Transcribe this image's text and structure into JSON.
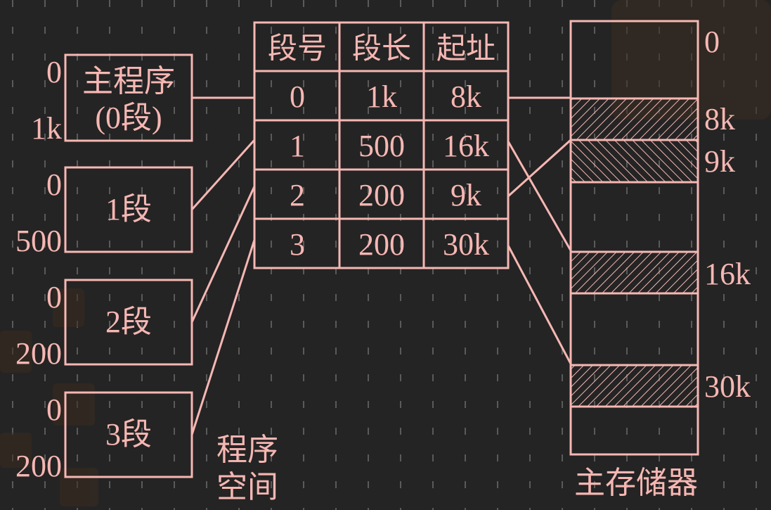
{
  "colors": {
    "background": "#242424",
    "pink": "#f6b7b3",
    "dash": "#5a5a5a",
    "watermark": "#5a3d2b"
  },
  "program_space": {
    "label_line1": "程序",
    "label_line2": "空间",
    "segments": [
      {
        "name_line1": "主程序",
        "name_line2": "(0段)",
        "start": "0",
        "end": "1k"
      },
      {
        "name_line1": "1段",
        "name_line2": "",
        "start": "0",
        "end": "500"
      },
      {
        "name_line1": "2段",
        "name_line2": "",
        "start": "0",
        "end": "200"
      },
      {
        "name_line1": "3段",
        "name_line2": "",
        "start": "0",
        "end": "200"
      }
    ]
  },
  "segment_table": {
    "headers": [
      "段号",
      "段长",
      "起址"
    ],
    "rows": [
      [
        "0",
        "1k",
        "8k"
      ],
      [
        "1",
        "500",
        "16k"
      ],
      [
        "2",
        "200",
        "9k"
      ],
      [
        "3",
        "200",
        "30k"
      ]
    ]
  },
  "main_memory": {
    "label": "主存储器",
    "address_labels": [
      "0",
      "8k",
      "9k",
      "16k",
      "30k"
    ],
    "hatched_blocks": [
      {
        "segment": "0",
        "direction": "forward"
      },
      {
        "segment": "2",
        "direction": "backward"
      },
      {
        "segment": "1",
        "direction": "forward"
      },
      {
        "segment": "3",
        "direction": "forward"
      }
    ]
  }
}
